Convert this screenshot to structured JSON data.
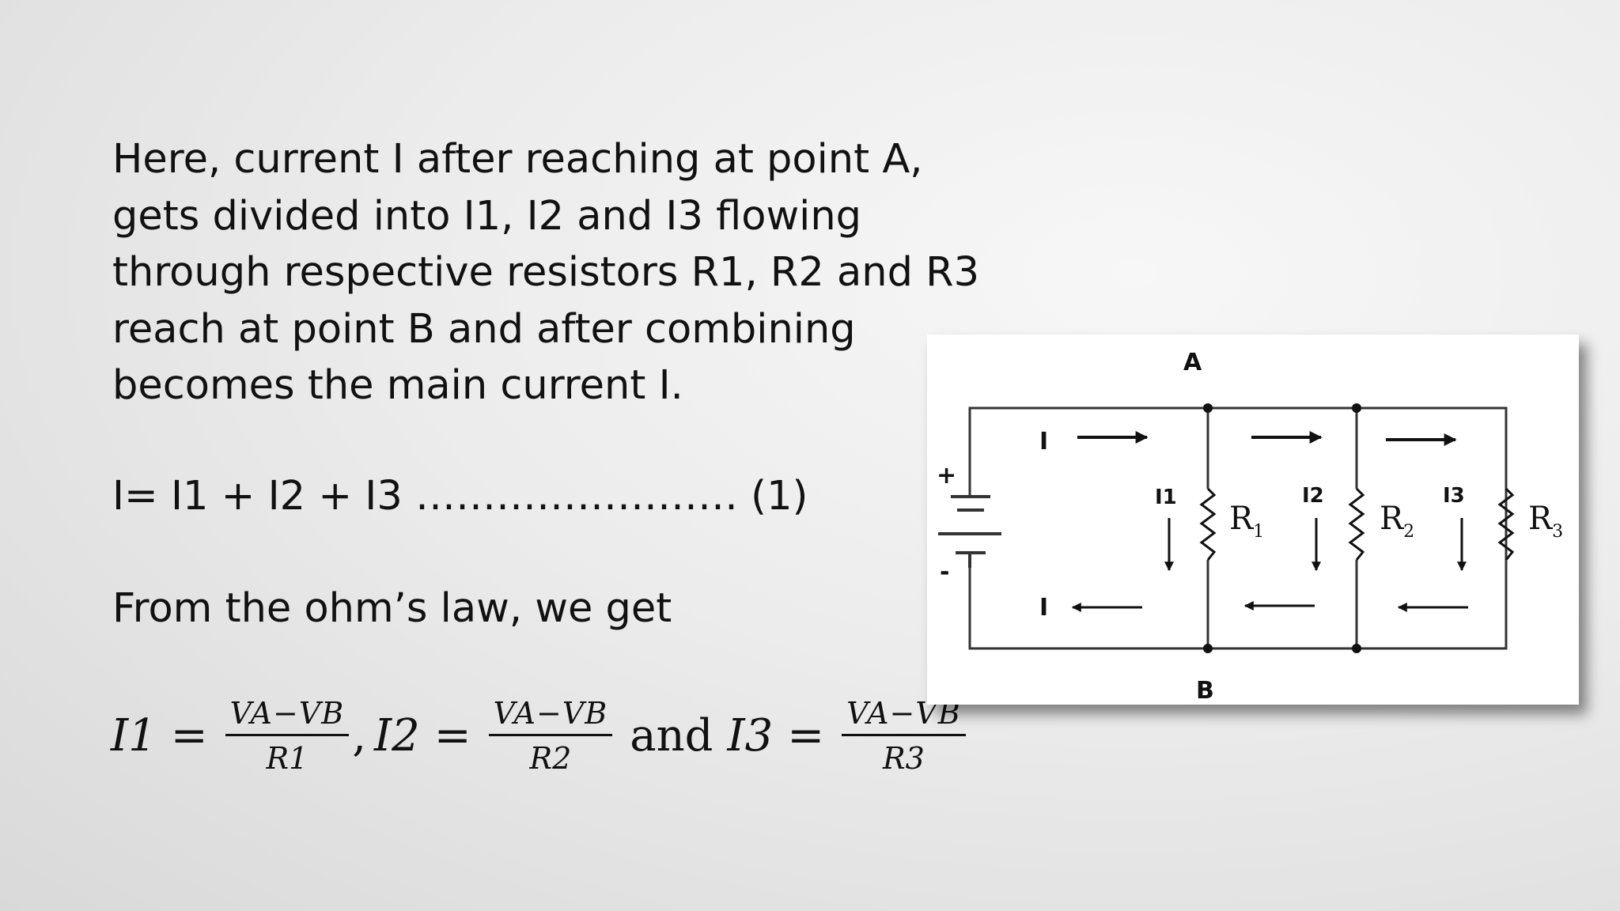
{
  "paragraph": [
    "Here, current I after reaching at point A,",
    "gets divided into I1, I2 and I3 flowing",
    "through respective resistors R1, R2 and R3",
    "reach at point B and after combining",
    "becomes the main current I."
  ],
  "equation_1": "I= I1 + I2 + I3 …………………… (1)",
  "ohm_line": "From the ohm’s law, we get",
  "formula": {
    "t1": {
      "var": "I1",
      "num": "VA−VB",
      "den": "R1"
    },
    "t2": {
      "var": "I2",
      "num": "VA−VB",
      "den": "R2"
    },
    "t3": {
      "var": "I3",
      "num": "VA−VB",
      "den": "R3"
    },
    "eq": "=",
    "comma": ",",
    "and": "and"
  },
  "circuit": {
    "node_a": "A",
    "node_b": "B",
    "current_top": "I",
    "current_bottom": "I",
    "branch_currents": [
      "I1",
      "I2",
      "I3"
    ],
    "resistors": [
      {
        "main": "R",
        "sub": "1"
      },
      {
        "main": "R",
        "sub": "2"
      },
      {
        "main": "R",
        "sub": "3"
      }
    ],
    "battery_plus": "+",
    "battery_minus": "-"
  }
}
